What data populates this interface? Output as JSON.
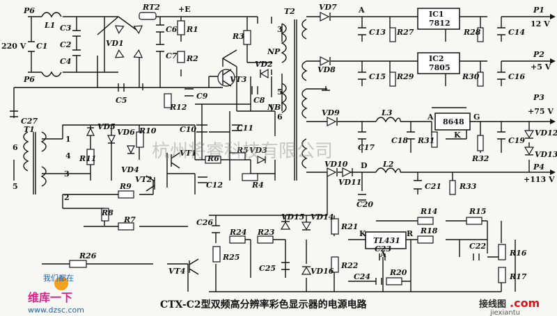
{
  "title": "CTX-C2型双频高分辨率彩色显示器的电源电路",
  "watermark": "杭州将睿科技有限公司",
  "logos": {
    "top_left_text": "维库一下",
    "top_left_cn": "我们都在",
    "url": "www.dzsc.com",
    "bottom_right_cn": "接线图",
    "bottom_right_suffix": ".com",
    "bottom_right_url": "jiexiantu"
  },
  "ics": {
    "ic1": {
      "name": "IC1",
      "part": "7812"
    },
    "ic2": {
      "name": "IC2",
      "part": "7805"
    },
    "ic3": {
      "part": "8648"
    },
    "ic4": {
      "part": "TL431"
    }
  },
  "outputs": {
    "p1": {
      "name": "P1",
      "volt": "12 V"
    },
    "p2": {
      "name": "P2",
      "volt": "+5 V"
    },
    "p3": {
      "name": "P3",
      "volt": "+75 V"
    },
    "p4": {
      "name": "P4",
      "volt": "+113 V"
    }
  },
  "labels": {
    "P6a": "P6",
    "P6b": "P6",
    "L1": "L1",
    "RT2": "RT2",
    "E": "+E",
    "C3": "C3",
    "C2": "C2",
    "C4": "C4",
    "C1": "C1",
    "V220": "220 V",
    "VD1": "VD1",
    "C6": "C6",
    "C7": "C7",
    "R1": "R1",
    "R2": "R2",
    "R3": "R3",
    "VD2": "VD2",
    "NP": "NP",
    "NB": "NB",
    "n3": "3",
    "n5": "5",
    "n6": "6",
    "T2": "T2",
    "VT3": "VT3",
    "C8": "C8",
    "C9": "C9",
    "C5": "C5",
    "R12": "R12",
    "C27": "C27",
    "T1": "T1",
    "VD5": "VD5",
    "VD6": "VD6",
    "R10": "R10",
    "R11": "R11",
    "VD4": "VD4",
    "C10": "C10",
    "C11": "C11",
    "R5": "R5",
    "VD3": "VD3",
    "VT1": "VT1",
    "R6": "R6",
    "C12": "C12",
    "R4": "R4",
    "VT2": "VT2",
    "R9": "R9",
    "R8": "R8",
    "R7": "R7",
    "R26": "R26",
    "VT4": "VT4",
    "C26": "C26",
    "R24": "R24",
    "R23": "R23",
    "R25": "R25",
    "C25": "C25",
    "VD15": "VD15",
    "VD14": "VD14",
    "VD16": "VD16",
    "R21": "R21",
    "R22": "R22",
    "K": "K",
    "R": "R",
    "A2": "A",
    "R18": "R18",
    "C23": "C23",
    "C24": "C24",
    "R20": "R20",
    "R14": "R14",
    "R15": "R15",
    "C22": "C22",
    "R16": "R16",
    "R17": "R17",
    "VD7": "VD7",
    "VD8": "VD8",
    "VD9": "VD9",
    "VD10": "VD10",
    "VD11": "VD11",
    "A1": "A",
    "C13": "C13",
    "R27": "R27",
    "R28": "R28",
    "C14": "C14",
    "C15": "C15",
    "R29": "R29",
    "R30": "R30",
    "C16": "C16",
    "L3": "L3",
    "C17": "C17",
    "C18": "C18",
    "R31": "R31",
    "A3": "A",
    "G": "G",
    "K3": "K",
    "R32": "R32",
    "C19": "C19",
    "VD12": "VD12",
    "VD13": "VD13",
    "D": "D",
    "L2": "L2",
    "C21": "C21",
    "R33": "R33",
    "C20": "C20",
    "t1": "1",
    "t4": "4",
    "t3": "3",
    "t2": "2",
    "t6": "6",
    "t5": "5"
  }
}
